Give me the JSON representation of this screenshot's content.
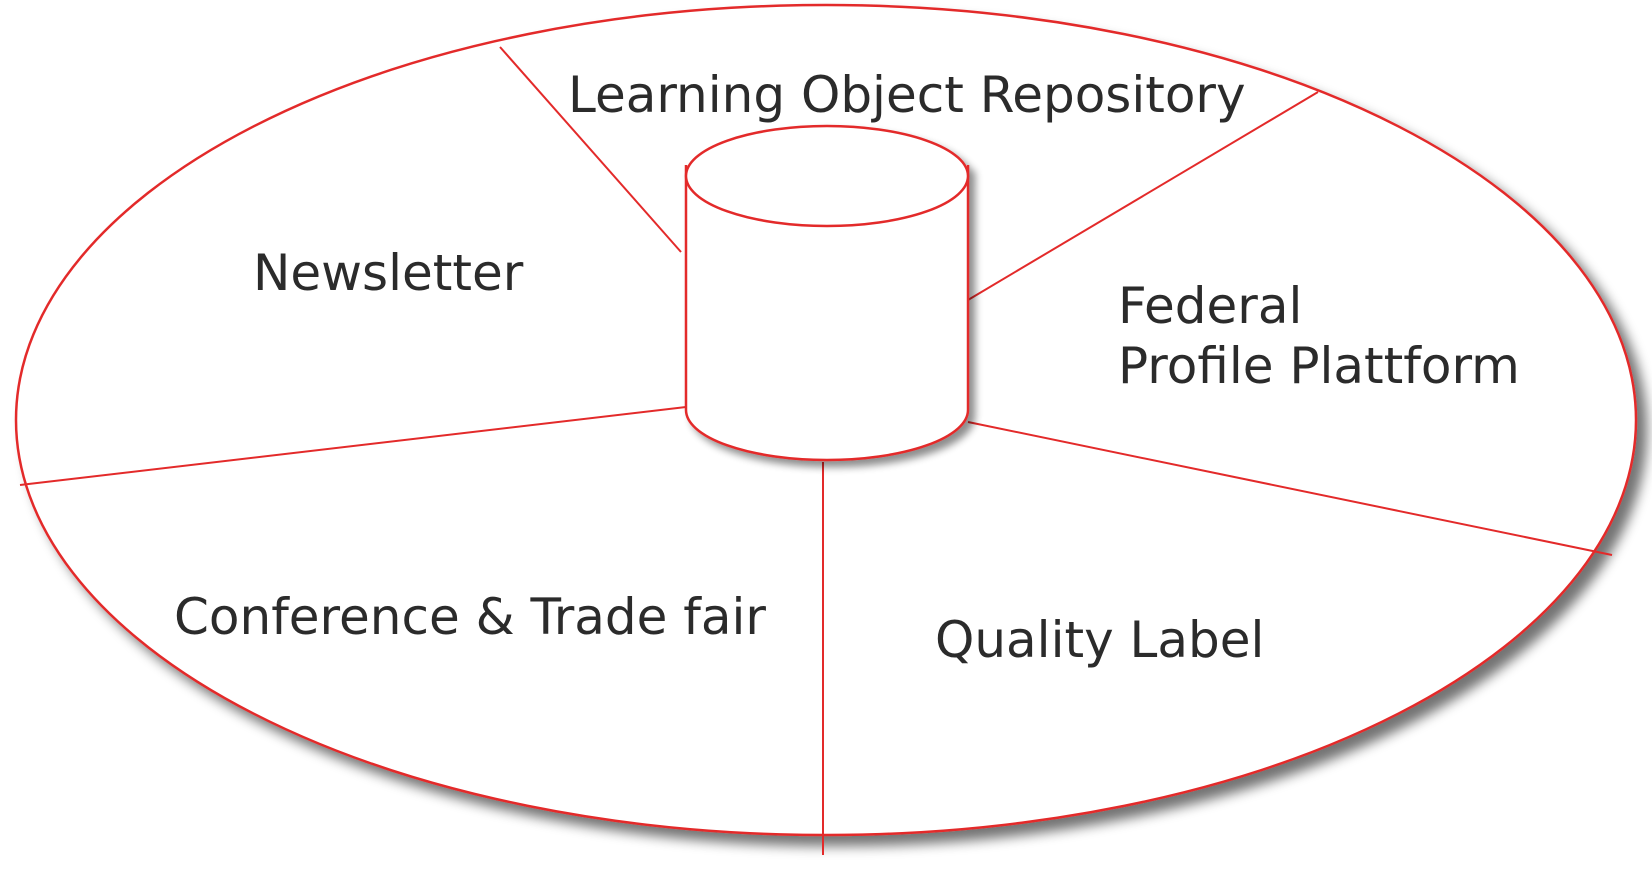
{
  "diagram": {
    "center": {
      "title": "Learning Object Repository",
      "icon": "database-icon"
    },
    "segments": [
      {
        "id": "newsletter",
        "line1": "Newsletter",
        "line2": ""
      },
      {
        "id": "federal-profile-plattform",
        "line1": "Federal",
        "line2": "Profile Plattform"
      },
      {
        "id": "conference-trade-fair",
        "line1": "Conference & Trade fair",
        "line2": ""
      },
      {
        "id": "quality-label",
        "line1": "Quality Label",
        "line2": ""
      }
    ],
    "colors": {
      "outline": "#e32a2a",
      "text": "#2b2b2b",
      "shadow": "#9a9a9a"
    }
  }
}
